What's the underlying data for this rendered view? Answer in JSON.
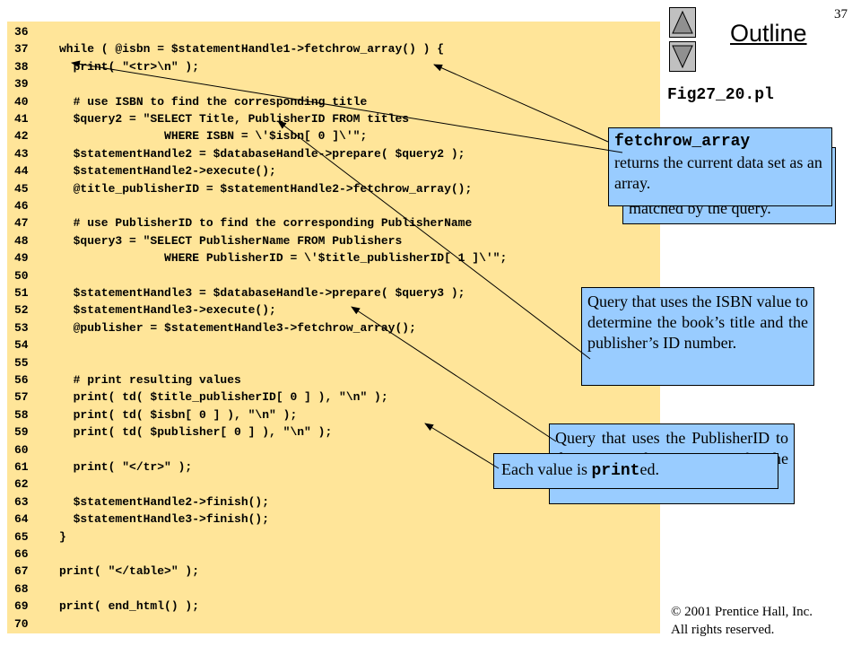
{
  "slide_number": "37",
  "outline_label": "Outline",
  "figure_label": "Fig27_20.pl",
  "code_lines": [
    {
      "n": "36",
      "t": ""
    },
    {
      "n": "37",
      "t": "while ( @isbn = $statementHandle1->fetchrow_array() ) {"
    },
    {
      "n": "38",
      "t": "  print( \"<tr>\\n\" );"
    },
    {
      "n": "39",
      "t": ""
    },
    {
      "n": "40",
      "t": "  # use ISBN to find the corresponding title"
    },
    {
      "n": "41",
      "t": "  $query2 = \"SELECT Title, PublisherID FROM titles"
    },
    {
      "n": "42",
      "t": "               WHERE ISBN = \\'$isbn[ 0 ]\\'\";"
    },
    {
      "n": "43",
      "t": "  $statementHandle2 = $databaseHandle->prepare( $query2 );"
    },
    {
      "n": "44",
      "t": "  $statementHandle2->execute();"
    },
    {
      "n": "45",
      "t": "  @title_publisherID = $statementHandle2->fetchrow_array();"
    },
    {
      "n": "46",
      "t": ""
    },
    {
      "n": "47",
      "t": "  # use PublisherID to find the corresponding PublisherName"
    },
    {
      "n": "48",
      "t": "  $query3 = \"SELECT PublisherName FROM Publishers"
    },
    {
      "n": "49",
      "t": "               WHERE PublisherID = \\'$title_publisherID[ 1 ]\\'\";"
    },
    {
      "n": "50",
      "t": ""
    },
    {
      "n": "51",
      "t": "  $statementHandle3 = $databaseHandle->prepare( $query3 );"
    },
    {
      "n": "52",
      "t": "  $statementHandle3->execute();"
    },
    {
      "n": "53",
      "t": "  @publisher = $statementHandle3->fetchrow_array();"
    },
    {
      "n": "54",
      "t": ""
    },
    {
      "n": "55",
      "t": ""
    },
    {
      "n": "56",
      "t": "  # print resulting values"
    },
    {
      "n": "57",
      "t": "  print( td( $title_publisherID[ 0 ] ), \"\\n\" );"
    },
    {
      "n": "58",
      "t": "  print( td( $isbn[ 0 ] ), \"\\n\" );"
    },
    {
      "n": "59",
      "t": "  print( td( $publisher[ 0 ] ), \"\\n\" );"
    },
    {
      "n": "60",
      "t": ""
    },
    {
      "n": "61",
      "t": "  print( \"</tr>\" );"
    },
    {
      "n": "62",
      "t": ""
    },
    {
      "n": "63",
      "t": "  $statementHandle2->finish();"
    },
    {
      "n": "64",
      "t": "  $statementHandle3->finish();"
    },
    {
      "n": "65",
      "t": "}"
    },
    {
      "n": "66",
      "t": ""
    },
    {
      "n": "67",
      "t": "print( \"</table>\" );"
    },
    {
      "n": "68",
      "t": ""
    },
    {
      "n": "69",
      "t": "print( end_html() );"
    },
    {
      "n": "70",
      "t": ""
    }
  ],
  "callouts": {
    "hidden_back_text": "matched by the query.",
    "fetchrow_code": "fetchrow_array",
    "fetchrow_text": "returns the current data set as an array.",
    "isbn_query": "Query that uses the ISBN value to determine the book’s title and the publisher’s ID number.",
    "publisher_query": "Query that uses the PublisherID to determine the name of the publisher.",
    "each_value_prefix": "Each value is ",
    "each_value_code": "print",
    "each_value_suffix": "ed."
  },
  "copyright_line1": "© 2001 Prentice Hall, Inc.",
  "copyright_line2": "All rights reserved.",
  "colors": {
    "code_bg": "#ffe599",
    "callout_bg": "#99ccff",
    "nav_button": "#c0c0c0"
  },
  "icons": [
    "nav-up-icon",
    "nav-down-icon"
  ]
}
